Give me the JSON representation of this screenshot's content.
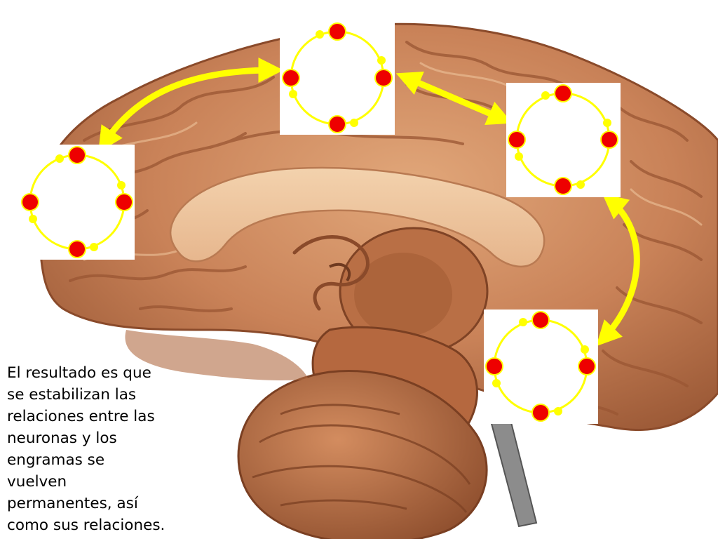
{
  "caption": {
    "text": "El resultado es que\nse estabilizan las\nrelaciones entre las\nneuronas y los\nengramas se\nvuelven\npermanentes, así\ncomo sus relaciones."
  },
  "colors": {
    "background": "#ffffff",
    "circuit_ring": "#ffff00",
    "neuron_fill": "#ee0000",
    "neuron_border": "#ffff00",
    "arrow": "#ffff00",
    "brain_base": "#c98258",
    "brain_dark": "#8a4a2a",
    "brain_light": "#f0c9a3"
  },
  "diagram": {
    "circuit_count": 4,
    "arrow_count": 3,
    "neurons_per_circuit": 4
  }
}
